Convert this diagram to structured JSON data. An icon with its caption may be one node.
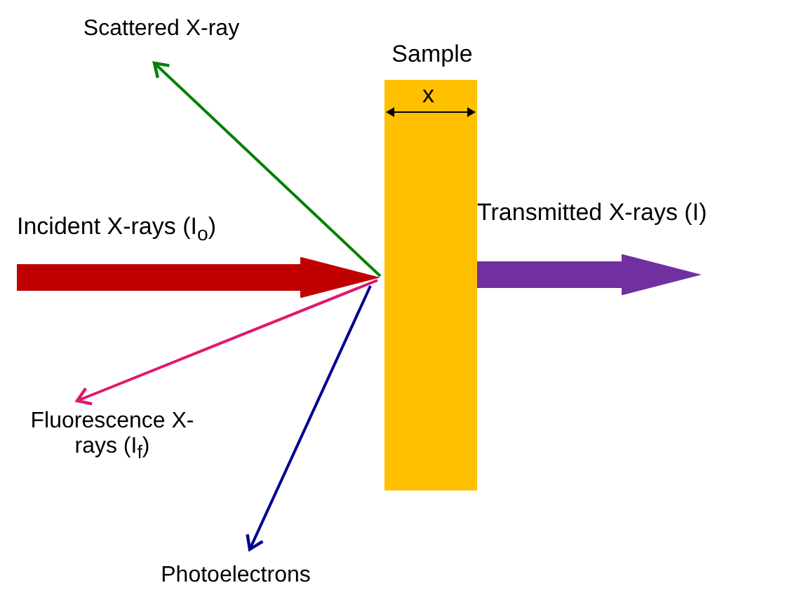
{
  "diagram": {
    "nodes": [
      {
        "text": [
          "Sample"
        ]
      },
      {
        "text": [
          "Scattered X-ray"
        ]
      },
      {
        "text": [
          "Fluorescence X-rays (I$_{f}$)"
        ]
      },
      {
        "text": [
          "Photoelectrons"
        ]
      }
    ],
    "edges": [
      {
        "from": null,
        "to": 0,
        "arrow": "to",
        "label": "Incident X-rays (I$_{o}$)",
        "style": "thick",
        "color": "#c00000"
      },
      {
        "from": 0,
        "to": null,
        "arrow": "to",
        "label": "Transmitted X-rays (I)",
        "style": "thick",
        "color": "#7030a0"
      },
      {
        "from": 0,
        "to": 1,
        "arrow": "to",
        "color": "#008000"
      },
      {
        "from": 0,
        "to": 2,
        "arrow": "to",
        "color": "#e0186c"
      },
      {
        "from": 0,
        "to": 3,
        "arrow": "to",
        "color": "#000090"
      }
    ],
    "labels": [
      "x"
    ]
  }
}
